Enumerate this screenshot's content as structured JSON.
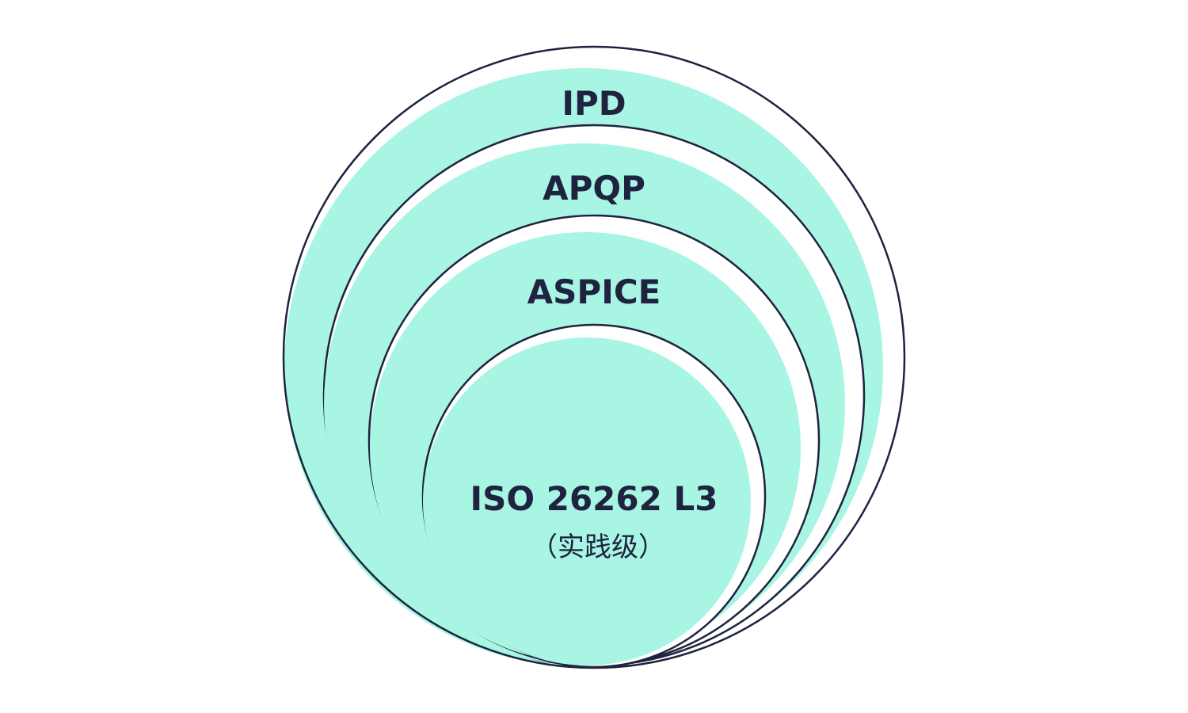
{
  "diagram": {
    "type": "nested-circles",
    "layers": [
      {
        "label": "IPD"
      },
      {
        "label": "APQP"
      },
      {
        "label": "ASPICE"
      },
      {
        "label": "ISO 26262 L3",
        "sublabel": "（实践级）"
      }
    ],
    "colors": {
      "fill": "#a8f5e3",
      "stroke": "#1f2340",
      "text": "#1f2340",
      "background": "#ffffff"
    }
  }
}
